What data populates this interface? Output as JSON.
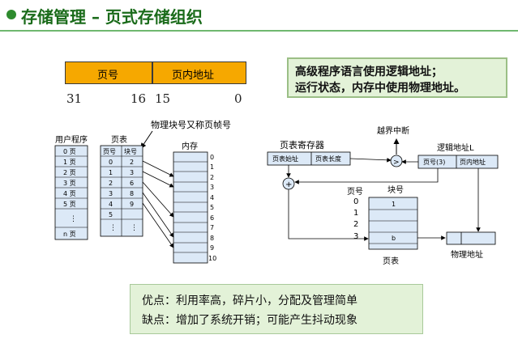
{
  "title": "存储管理 – 页式存储组织",
  "address_format": {
    "page_no_label": "页号",
    "offset_label": "页内地址",
    "bits": [
      "31",
      "16",
      "15",
      "0"
    ]
  },
  "note": {
    "line1": "高级程序语言使用逻辑地址；",
    "line2": "运行状态，内存中使用物理地址。"
  },
  "left_diagram": {
    "annotation": "物理块号又称页帧号",
    "program_title": "用户程序",
    "program_pages": [
      "0 页",
      "1 页",
      "2 页",
      "3 页",
      "4 页",
      "5 页",
      "⋮",
      "n 页"
    ],
    "page_table_title": "页表",
    "page_table_headers": [
      "页号",
      "块号"
    ],
    "page_table_rows": [
      [
        "0",
        "2"
      ],
      [
        "1",
        "3"
      ],
      [
        "2",
        "6"
      ],
      [
        "3",
        "8"
      ],
      [
        "4",
        "9"
      ],
      [
        "5",
        ""
      ],
      [
        "⋮",
        "⋮"
      ]
    ],
    "memory_title": "内存",
    "memory_blocks": [
      "0",
      "1",
      "2",
      "3",
      "4",
      "5",
      "6",
      "7",
      "8",
      "9",
      "10"
    ]
  },
  "right_diagram": {
    "register_title": "页表寄存器",
    "register_fields": [
      "页表始址",
      "页表长度"
    ],
    "overflow_label": "越界中断",
    "compare_symbol": ">",
    "add_symbol": "+",
    "logical_addr_title": "逻辑地址L",
    "logical_fields": [
      "页号(3)",
      "页内地址"
    ],
    "page_no_label": "页号",
    "block_no_label": "块号",
    "row_indices": [
      "0",
      "1",
      "2",
      "3"
    ],
    "table_entries": [
      "1",
      "",
      "",
      "b"
    ],
    "table_title": "页表",
    "physical_addr_title": "物理地址"
  },
  "summary": {
    "pros": "优点：利用率高，碎片小，分配及管理简单",
    "cons": "缺点：增加了系统开销；可能产生抖动现象"
  }
}
